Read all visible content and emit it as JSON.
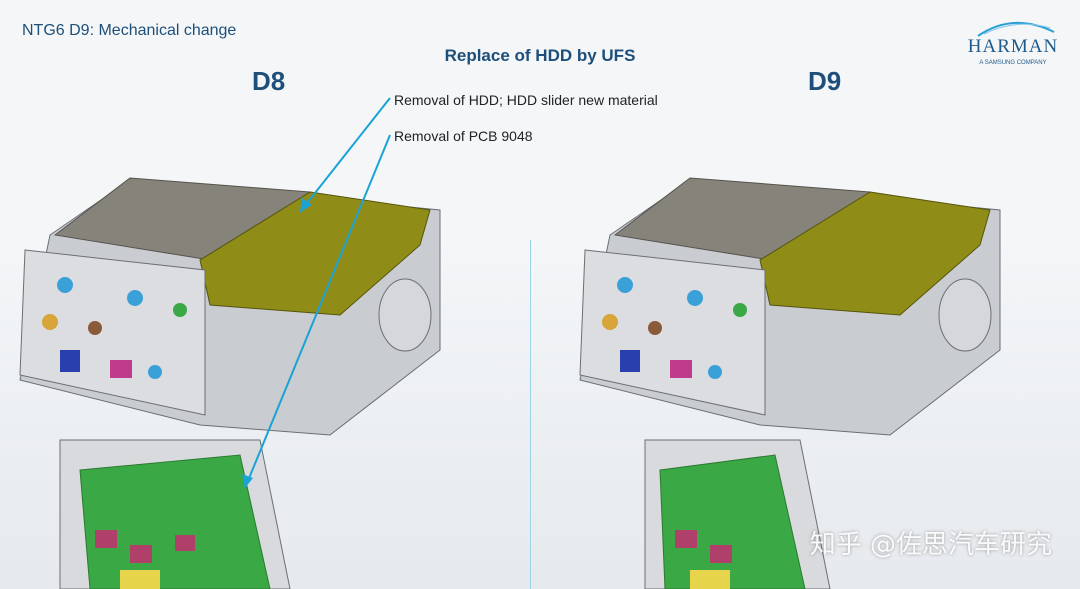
{
  "header": {
    "title": "NTG6 D9: Mechanical change"
  },
  "slide": {
    "subtitle": "Replace of HDD by UFS"
  },
  "variants": {
    "left": "D8",
    "right": "D9"
  },
  "annotations": [
    "Removal of HDD; HDD slider new material",
    "Removal of PCB 9048"
  ],
  "logo": {
    "name": "HARMAN",
    "tagline": "A SAMSUNG COMPANY"
  },
  "watermark": "知乎 @佐思汽车研究",
  "colors": {
    "title_blue": "#1d4f7a",
    "arrow_cyan": "#1aa3d6",
    "housing_gray": "#c9ccd0",
    "cover_olive": "#8f8d18",
    "pcb_green": "#3aa845"
  }
}
